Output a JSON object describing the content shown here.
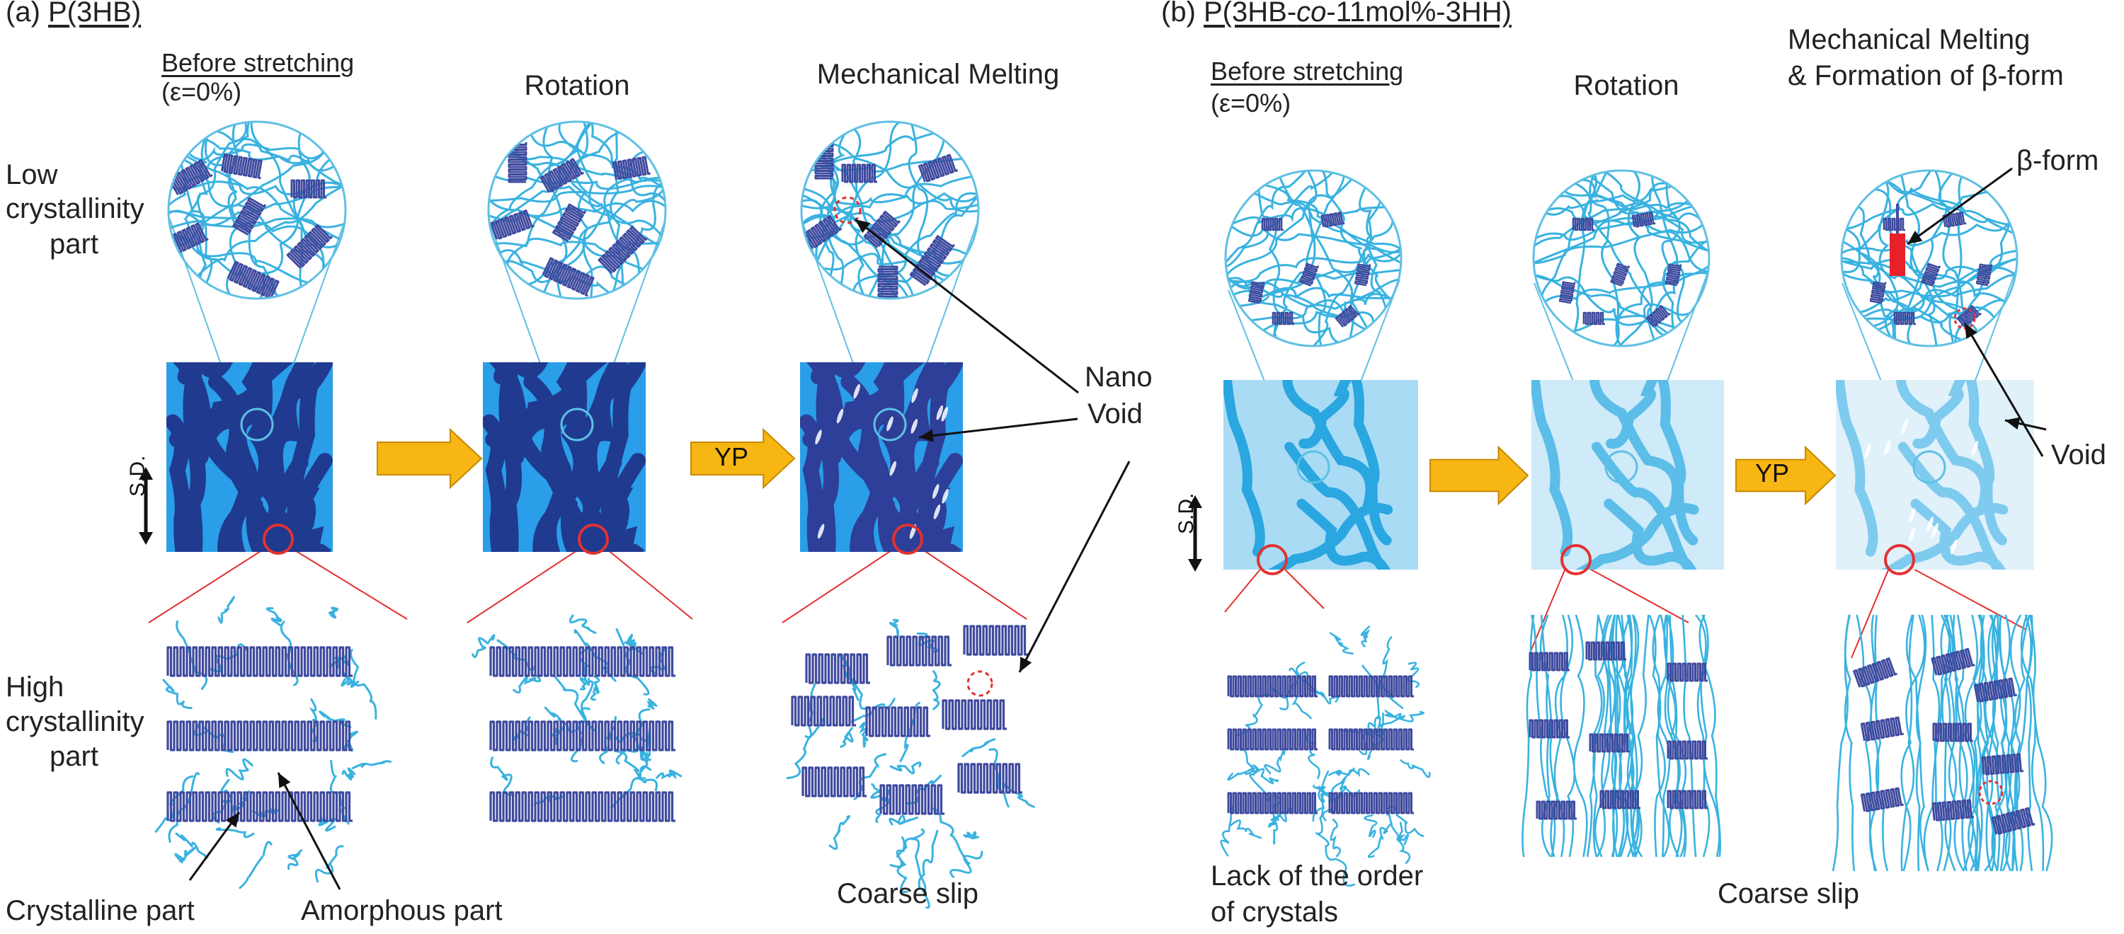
{
  "colors": {
    "outline": "#5fc0e4",
    "chain": "#39b2e0",
    "crystal": "#3f4a9e",
    "dark_network": "#1f3a8f",
    "mid_block": "#2a9ee8",
    "light_block": "#a9dbf5",
    "pale_block": "#cfeaf8",
    "arrow_fill": "#f7b614",
    "arrow_edge": "#c48a00",
    "red": "#e23131",
    "beta_red": "#e8202a"
  },
  "panel_a": {
    "prefix": "(a) ",
    "title": "P(3HB)",
    "before": "Before stretching",
    "eps": "(ε=0%)",
    "rotation": "Rotation",
    "mech": "Mechanical Melting",
    "low1": "Low",
    "low2": "crystallinity",
    "low3": "part",
    "high1": "High",
    "high2": "crystallinity",
    "high3": "part",
    "nano1": "Nano",
    "nano2": "Void",
    "yp": "YP",
    "sd": "S.D.",
    "crystalline": "Crystalline part",
    "amorphous": "Amorphous part",
    "coarse": "Coarse slip"
  },
  "panel_b": {
    "prefix": "(b) ",
    "t1": "P(3HB-",
    "t2": "co",
    "t3": "-11mol%-3HH)",
    "before": "Before stretching",
    "eps": "(ε=0%)",
    "rotation": "Rotation",
    "mech1": "Mechanical Melting",
    "mech2": "& Formation of β-form",
    "beta": "β-form",
    "void": "Void",
    "yp": "YP",
    "sd": "S.D.",
    "lack1": "Lack of the order",
    "lack2": "of crystals",
    "coarse": "Coarse slip"
  }
}
